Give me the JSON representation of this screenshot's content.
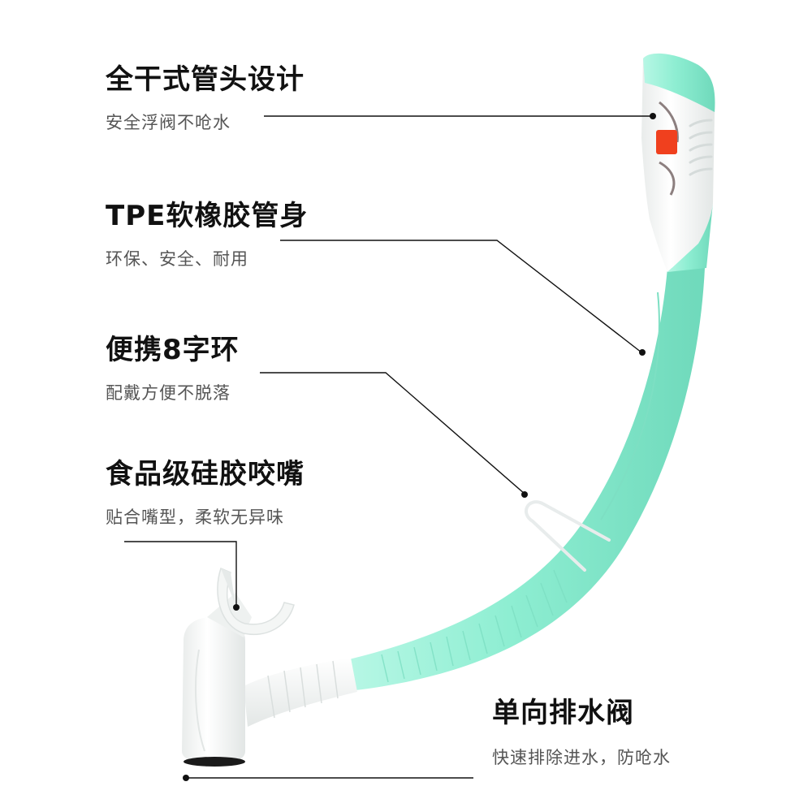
{
  "colors": {
    "background": "#ffffff",
    "title_text": "#111111",
    "subtitle_text": "#555555",
    "leader_line": "#111111",
    "tube_mint": "#8eeed2",
    "tube_mint_shadow": "#6fd9bb",
    "plastic_white": "#f7f8f8",
    "valve_red": "#f0401e"
  },
  "callouts": [
    {
      "title": "全干式管头设计",
      "subtitle": "安全浮阀不呛水",
      "target": "dry-top-valve"
    },
    {
      "title": "TPE软橡胶管身",
      "subtitle": "环保、安全、耐用",
      "target": "tube-body"
    },
    {
      "title": "便携8字环",
      "subtitle": "配戴方便不脱落",
      "target": "figure-8-clip"
    },
    {
      "title": "食品级硅胶咬嘴",
      "subtitle": "贴合嘴型，柔软无异味",
      "target": "mouthpiece"
    },
    {
      "title": "单向排水阀",
      "subtitle": "快速排除进水，防呛水",
      "target": "purge-valve"
    }
  ]
}
